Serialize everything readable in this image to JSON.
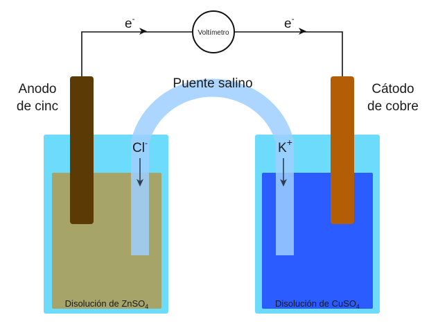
{
  "circuit": {
    "voltmeter_label": "Voltímetro",
    "electron_left": {
      "base": "e",
      "sup": "-"
    },
    "electron_right": {
      "base": "e",
      "sup": "-"
    },
    "arrow_icon": "arrow-right-icon"
  },
  "anode": {
    "line1": "Anodo",
    "line2": "de cinc",
    "color": "#5c3a06"
  },
  "cathode": {
    "line1": "Cátodo",
    "line2": "de cobre",
    "color": "#b35d07"
  },
  "salt_bridge": {
    "label": "Puente salino",
    "color": "#9ecfff"
  },
  "ions": {
    "left": {
      "base": "Cl",
      "sup": "-"
    },
    "right": {
      "base": "K",
      "sup": "+"
    },
    "arrow_icon": "arrow-down-icon"
  },
  "left_beaker": {
    "label_prefix": "Disolución de ZnSO",
    "label_sub": "4",
    "glass_color": "#6ddcfc",
    "solution_color": "#a7a46a"
  },
  "right_beaker": {
    "label_prefix": "Disolución de CuSO",
    "label_sub": "4",
    "glass_color": "#6ddcfc",
    "solution_color": "#2a5cff"
  }
}
